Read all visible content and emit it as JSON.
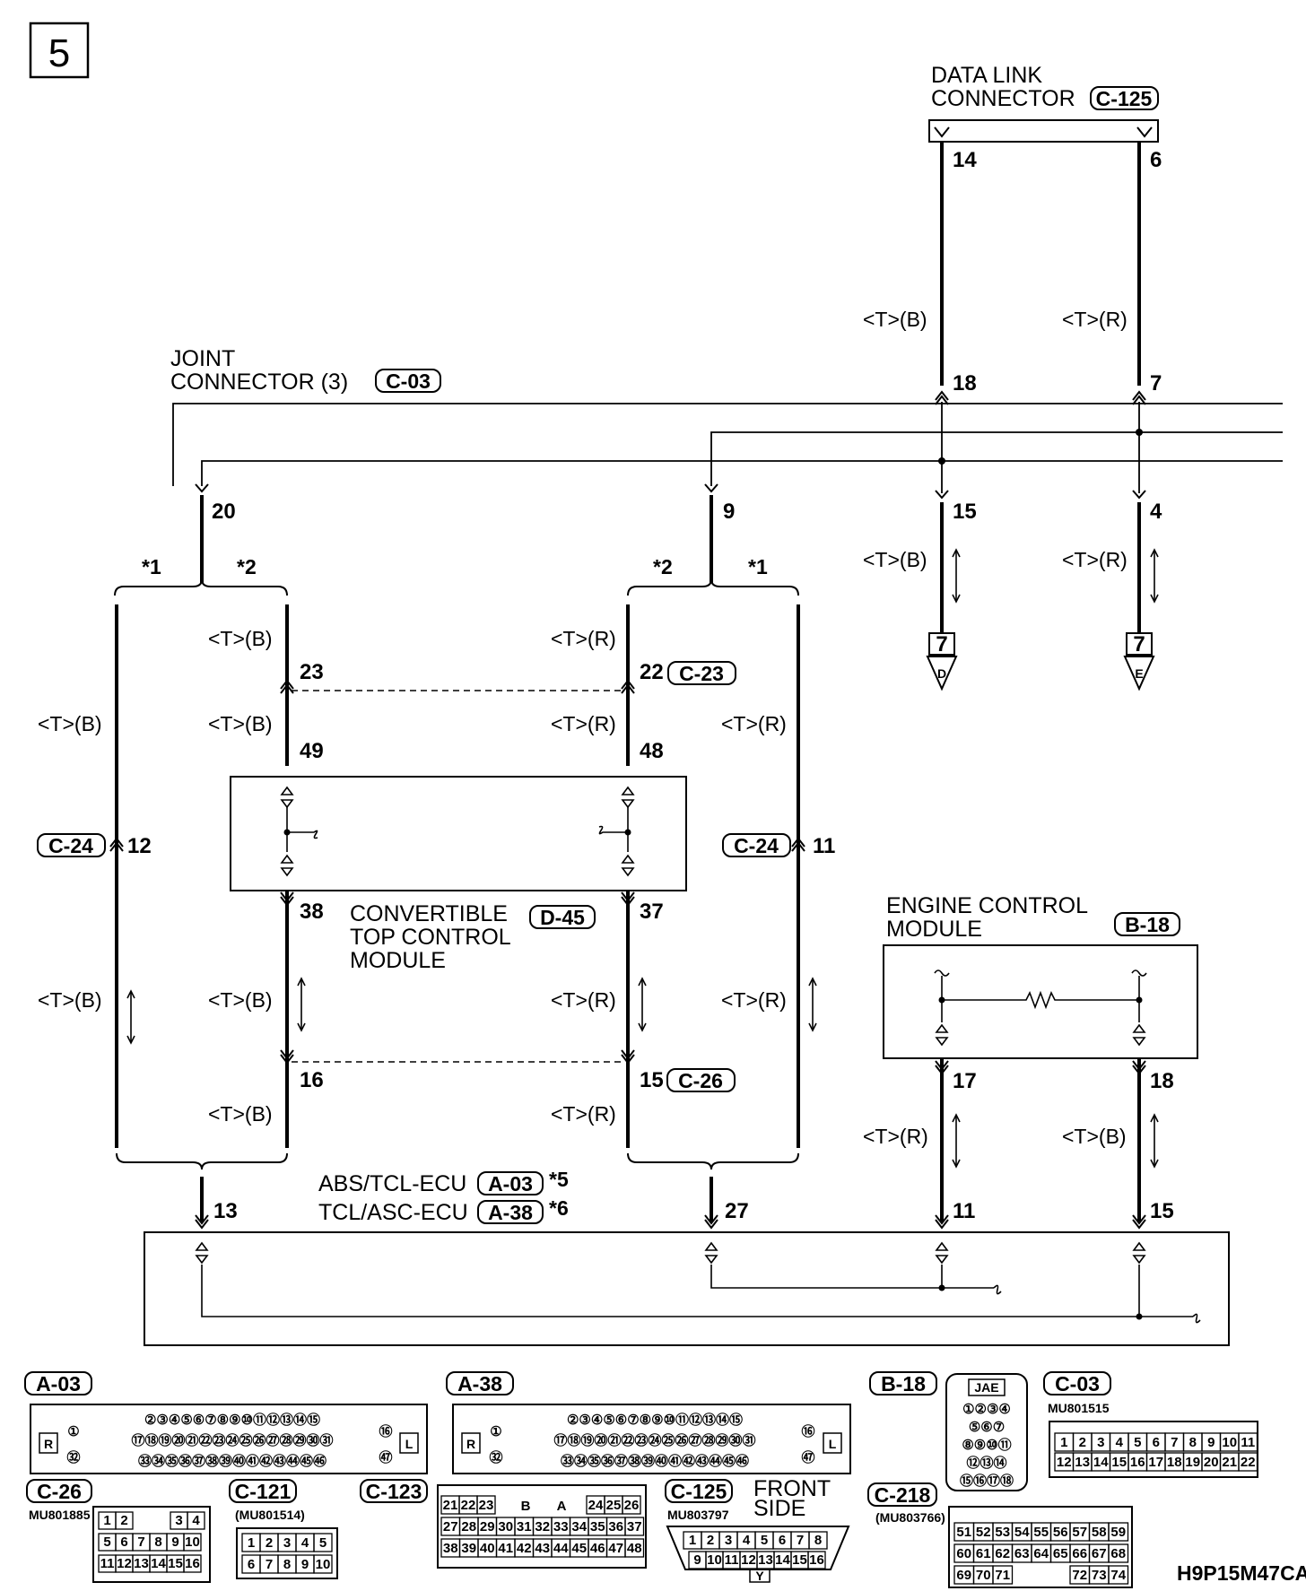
{
  "page_number": "5",
  "drawing_code": "H9P15M47CA",
  "wire_color_black": "<T>(B)",
  "wire_color_red": "<T>(R)",
  "star1": "*1",
  "star2": "*2",
  "star5": "*5",
  "star6": "*6",
  "ref_page": "7",
  "data_link_connector": {
    "line1": "DATA LINK",
    "line2": "CONNECTOR",
    "tag": "C-125",
    "pin_a": "14",
    "pin_b": "6"
  },
  "joint_connector": {
    "line1": "JOINT",
    "line2": "CONNECTOR (3)",
    "tag": "C-03",
    "pin_18": "18",
    "pin_7": "7",
    "pin_15": "15",
    "pin_4": "4",
    "pin_20": "20",
    "pin_9": "9"
  },
  "flags": {
    "d": "D",
    "e": "E"
  },
  "intermediate": {
    "c23": "C-23",
    "c24": "C-24",
    "c26": "C-26",
    "pin_23": "23",
    "pin_22": "22",
    "pin_12": "12",
    "pin_11": "11",
    "pin_16": "16",
    "pin_15": "15"
  },
  "convertible_module": {
    "line1": "CONVERTIBLE",
    "line2": "TOP CONTROL",
    "line3": "MODULE",
    "tag": "D-45",
    "pin_49": "49",
    "pin_48": "48",
    "pin_38": "38",
    "pin_37": "37"
  },
  "engine_module": {
    "line1": "ENGINE CONTROL",
    "line2": "MODULE",
    "tag": "B-18",
    "pin_17": "17",
    "pin_18": "18"
  },
  "abs_ecu": {
    "name1": "ABS/TCL-ECU",
    "tag1": "A-03",
    "name2": "TCL/ASC-ECU",
    "tag2": "A-38",
    "pin_13": "13",
    "pin_27": "27",
    "pin_11": "11",
    "pin_15": "15"
  },
  "connectors": {
    "a03": "A-03",
    "a38": "A-38",
    "b18": "B-18",
    "c03": "C-03",
    "c26": "C-26",
    "c121": "C-121",
    "c123": "C-123",
    "c125": "C-125",
    "c218": "C-218",
    "mu801515": "MU801515",
    "mu801885": "MU801885",
    "mu801514": "(MU801514)",
    "mu803797": "MU803797",
    "mu803766": "(MU803766)",
    "jae": "JAE",
    "front_side_1": "FRONT",
    "front_side_2": "SIDE",
    "side_r": "R",
    "side_l": "L",
    "mark_b": "B",
    "mark_a": "A",
    "mark_y": "Y",
    "ecu_row1": "②③④⑤⑥⑦⑧⑨⑩⑪⑫⑬⑭⑮",
    "ecu_row2": "⑰⑱⑲⑳㉑㉒㉓㉔㉕㉖㉗㉘㉙㉚㉛",
    "ecu_row3": "㉝㉞㉟㊱㊲㊳㊴㊵㊶㊷㊸㊹㊺㊻",
    "ecu_c1": "①",
    "ecu_c32": "㉜",
    "ecu_c16": "⑯",
    "ecu_c47": "㊼",
    "b18_rows": [
      "①②③④",
      "⑤⑥⑦",
      "⑧⑨⑩⑪",
      "⑫⑬⑭",
      "⑮⑯⑰⑱"
    ],
    "c03_row1": [
      "1",
      "2",
      "3",
      "4",
      "5",
      "6",
      "7",
      "8",
      "9",
      "10",
      "11"
    ],
    "c03_row2": [
      "12",
      "13",
      "14",
      "15",
      "16",
      "17",
      "18",
      "19",
      "20",
      "21",
      "22"
    ],
    "c26_row1": [
      "1",
      "2",
      "3",
      "4"
    ],
    "c26_row2": [
      "5",
      "6",
      "7",
      "8",
      "9",
      "10"
    ],
    "c26_row3": [
      "11",
      "12",
      "13",
      "14",
      "15",
      "16"
    ],
    "c121_row1": [
      "1",
      "2",
      "3",
      "4",
      "5"
    ],
    "c121_row2": [
      "6",
      "7",
      "8",
      "9",
      "10"
    ],
    "c123_row1": [
      "21",
      "22",
      "23",
      "24",
      "25",
      "26"
    ],
    "c123_row2": [
      "27",
      "28",
      "29",
      "30",
      "31",
      "32",
      "33",
      "34",
      "35",
      "36",
      "37"
    ],
    "c123_row3": [
      "38",
      "39",
      "40",
      "41",
      "42",
      "43",
      "44",
      "45",
      "46",
      "47",
      "48"
    ],
    "c125_row1": [
      "1",
      "2",
      "3",
      "4",
      "5",
      "6",
      "7",
      "8"
    ],
    "c125_row2": [
      "9",
      "10",
      "11",
      "12",
      "13",
      "14",
      "15",
      "16"
    ],
    "c218_row1": [
      "51",
      "52",
      "53",
      "54",
      "55",
      "56",
      "57",
      "58",
      "59"
    ],
    "c218_row2": [
      "60",
      "61",
      "62",
      "63",
      "64",
      "65",
      "66",
      "67",
      "68"
    ],
    "c218_row3": [
      "69",
      "70",
      "71",
      "72",
      "73",
      "74"
    ]
  }
}
